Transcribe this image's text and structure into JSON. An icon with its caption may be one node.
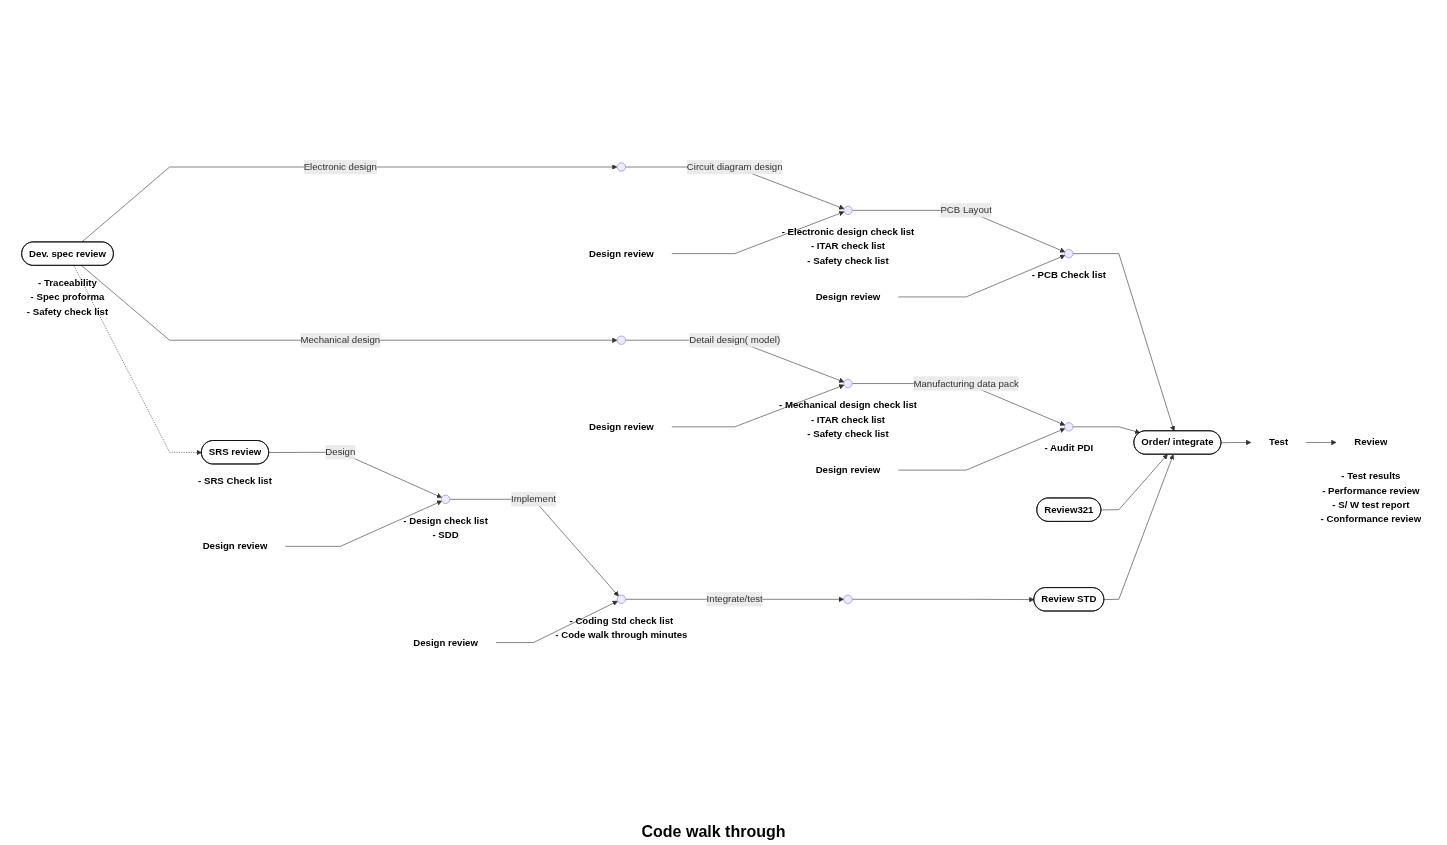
{
  "diagram": {
    "nodes": [
      {
        "text": [
          "Dev. spec review"
        ],
        "beside": [
          "- Traceability",
          "- Spec proforma",
          "- Safety check list"
        ]
      },
      {
        "text": [],
        "shape": "point"
      },
      {
        "text": [
          "Design review"
        ]
      },
      {
        "text": [],
        "shape": "point",
        "beside": [
          "- Electronic design check list",
          "- ITAR check list",
          "- Safety check list"
        ]
      },
      {
        "text": [
          "Design review"
        ]
      },
      {
        "text": [],
        "shape": "point",
        "beside": [
          "- PCB Check list"
        ]
      },
      {
        "text": [],
        "shape": "point"
      },
      {
        "text": [
          "Design review"
        ]
      },
      {
        "text": [],
        "shape": "point",
        "beside": [
          "- Mechanical design check list",
          "- ITAR check list",
          "- Safety check list"
        ]
      },
      {
        "text": [
          "Design review"
        ]
      },
      {
        "text": [],
        "shape": "point",
        "beside": [
          "- Audit PDI"
        ]
      },
      {
        "text": [
          "Review321"
        ]
      },
      {
        "text": [
          "Order/ integrate"
        ]
      },
      {
        "text": [
          "Test"
        ]
      },
      {
        "text": [
          "Review"
        ],
        "beside": [
          "- Test results",
          "- Performance review",
          "- S/ W test report",
          "- Conformance review"
        ]
      },
      {
        "text": [
          "SRS review"
        ],
        "beside": [
          "- SRS Check list"
        ]
      },
      {
        "text": [
          "Design review"
        ]
      },
      {
        "text": [],
        "shape": "point",
        "beside": [
          "- Design check list",
          "- SDD"
        ]
      },
      {
        "text": [
          "Design review"
        ]
      },
      {
        "text": [],
        "shape": "point",
        "beside": [
          "- Coding Std check list",
          "- Code walk through minutes"
        ]
      },
      {
        "text": [],
        "shape": "point"
      },
      {
        "text": [
          "Review STD"
        ]
      }
    ],
    "edges": [
      {
        "from": 0,
        "to": 1,
        "arrow": "to",
        "label": "Electronic design"
      },
      {
        "from": 1,
        "to": 3,
        "arrow": "to",
        "label": "Circuit diagram design"
      },
      {
        "from": 2,
        "to": 3,
        "arrow": "to"
      },
      {
        "from": 3,
        "to": 5,
        "arrow": "to",
        "label": "PCB Layout"
      },
      {
        "from": 4,
        "to": 5,
        "arrow": "to"
      },
      {
        "from": 5,
        "to": 12,
        "arrow": "to"
      },
      {
        "from": 0,
        "to": 6,
        "arrow": "to",
        "label": "Mechanical design"
      },
      {
        "from": 6,
        "to": 8,
        "arrow": "to",
        "label": "Detail design( model)"
      },
      {
        "from": 7,
        "to": 8,
        "arrow": "to"
      },
      {
        "from": 8,
        "to": 10,
        "arrow": "to",
        "label": "Manufacturing data pack"
      },
      {
        "from": 9,
        "to": 10,
        "arrow": "to"
      },
      {
        "from": 10,
        "to": 12,
        "arrow": "to"
      },
      {
        "from": 11,
        "to": 12,
        "arrow": "to"
      },
      {
        "from": 12,
        "to": 13,
        "arrow": "to"
      },
      {
        "from": 13,
        "to": 14,
        "arrow": "to"
      },
      {
        "from": 0,
        "to": 15,
        "arrow": "to",
        "style": "dashed"
      },
      {
        "from": 15,
        "to": 17,
        "arrow": "to",
        "label": "Design"
      },
      {
        "from": 16,
        "to": 17,
        "arrow": "to"
      },
      {
        "from": 17,
        "to": 19,
        "arrow": "to",
        "label": "Implement"
      },
      {
        "from": 18,
        "to": 19,
        "arrow": "to"
      },
      {
        "from": 19,
        "to": 20,
        "arrow": "to",
        "label": "Integrate/test"
      },
      {
        "from": 20,
        "to": 21,
        "arrow": "to"
      },
      {
        "from": 21,
        "to": 12,
        "arrow": "to"
      }
    ],
    "labels": [
      "Code walk through"
    ]
  }
}
